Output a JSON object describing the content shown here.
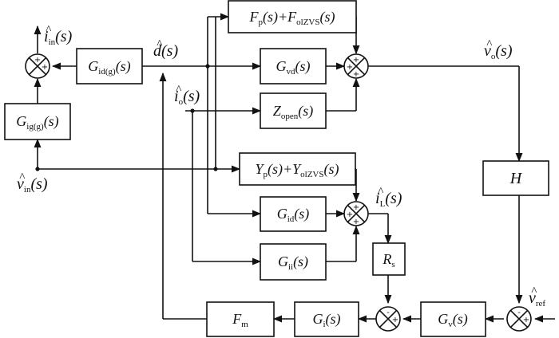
{
  "blocks": {
    "gid_g": {
      "main": "G",
      "sub": "id(g)",
      "tail": "(s)"
    },
    "gig_g": {
      "main": "G",
      "sub": "ig(g)",
      "tail": "(s)"
    },
    "fp": {
      "m1": "F",
      "s1": "p",
      "mid": "(s)+F",
      "s2": "olZVS",
      "tail": "(s)"
    },
    "gvd": {
      "main": "G",
      "sub": "vd",
      "tail": "(s)"
    },
    "zopen": {
      "main": "Z",
      "sub": "open",
      "tail": "(s)"
    },
    "yp": {
      "m1": "Y",
      "s1": "p",
      "mid": "(s)+Y",
      "s2": "olZVS",
      "tail": "(s)"
    },
    "gid": {
      "main": "G",
      "sub": "id",
      "tail": "(s)"
    },
    "gii": {
      "main": "G",
      "sub": "ii",
      "tail": "(s)"
    },
    "rs": {
      "main": "R",
      "sub": "s",
      "tail": ""
    },
    "h": {
      "main": "H",
      "sub": "",
      "tail": ""
    },
    "fm": {
      "main": "F",
      "sub": "m",
      "tail": ""
    },
    "gi": {
      "main": "G",
      "sub": "i",
      "tail": "(s)"
    },
    "gv": {
      "main": "G",
      "sub": "v",
      "tail": "(s)"
    }
  },
  "signals": {
    "i_in": {
      "main": "i",
      "sub": "in",
      "tail": "(s)"
    },
    "d": {
      "main": "d",
      "sub": "",
      "tail": "(s)"
    },
    "v_o": {
      "main": "v",
      "sub": "o",
      "tail": "(s)"
    },
    "i_o": {
      "main": "i",
      "sub": "o",
      "tail": "(s)"
    },
    "v_in": {
      "main": "v",
      "sub": "in",
      "tail": "(s)"
    },
    "i_L": {
      "main": "i",
      "sub": "L",
      "tail": "(s)"
    },
    "v_ref": {
      "main": "v",
      "sub": "ref",
      "tail": ""
    }
  },
  "hat": "^",
  "signs": {
    "plus": "+",
    "minus": "-"
  }
}
